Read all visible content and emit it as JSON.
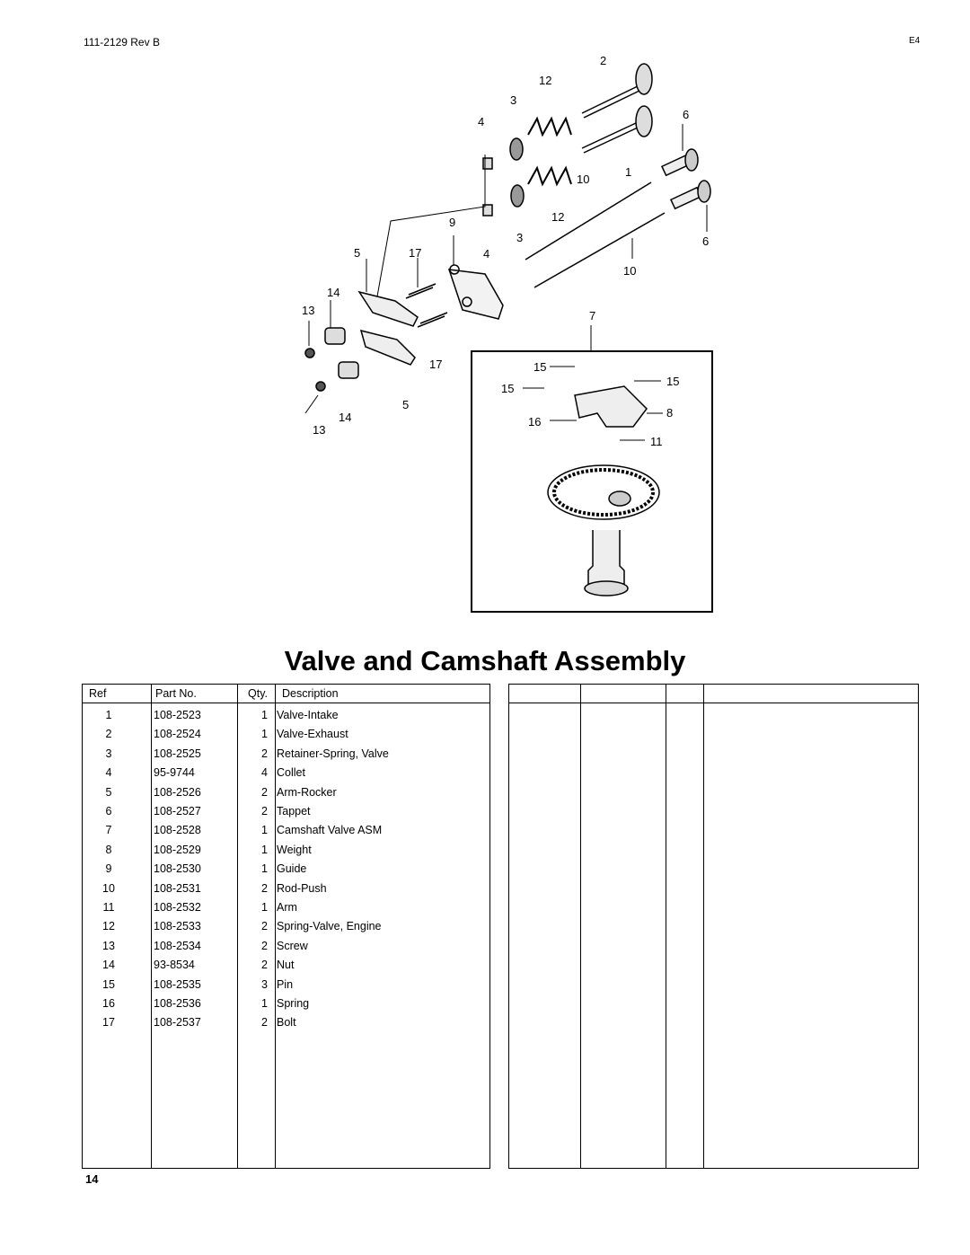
{
  "header": {
    "doc_number": "111-2129  Rev B",
    "code": "E4"
  },
  "diagram": {
    "callouts": [
      "2",
      "12",
      "3",
      "4",
      "6",
      "1",
      "10",
      "12",
      "9",
      "3",
      "6",
      "5",
      "17",
      "4",
      "10",
      "14",
      "13",
      "7",
      "17",
      "5",
      "14",
      "13",
      "15",
      "15",
      "15",
      "8",
      "16",
      "11"
    ]
  },
  "title": "Valve and Camshaft Assembly",
  "table": {
    "headers": {
      "ref": "Ref",
      "part": "Part No.",
      "qty": "Qty.",
      "desc": "Description"
    },
    "rows": [
      {
        "ref": "1",
        "part": "108-2523",
        "qty": "1",
        "desc": "Valve-Intake"
      },
      {
        "ref": "2",
        "part": "108-2524",
        "qty": "1",
        "desc": "Valve-Exhaust"
      },
      {
        "ref": "3",
        "part": "108-2525",
        "qty": "2",
        "desc": "Retainer-Spring, Valve"
      },
      {
        "ref": "4",
        "part": "95-9744",
        "qty": "4",
        "desc": "Collet"
      },
      {
        "ref": "5",
        "part": "108-2526",
        "qty": "2",
        "desc": "Arm-Rocker"
      },
      {
        "ref": "6",
        "part": "108-2527",
        "qty": "2",
        "desc": "Tappet"
      },
      {
        "ref": "7",
        "part": "108-2528",
        "qty": "1",
        "desc": "Camshaft Valve ASM"
      },
      {
        "ref": "8",
        "part": "108-2529",
        "qty": "1",
        "desc": "Weight"
      },
      {
        "ref": "9",
        "part": "108-2530",
        "qty": "1",
        "desc": "Guide"
      },
      {
        "ref": "10",
        "part": "108-2531",
        "qty": "2",
        "desc": "Rod-Push"
      },
      {
        "ref": "11",
        "part": "108-2532",
        "qty": "1",
        "desc": "Arm"
      },
      {
        "ref": "12",
        "part": "108-2533",
        "qty": "2",
        "desc": "Spring-Valve, Engine"
      },
      {
        "ref": "13",
        "part": "108-2534",
        "qty": "2",
        "desc": "Screw"
      },
      {
        "ref": "14",
        "part": "93-8534",
        "qty": "2",
        "desc": "Nut"
      },
      {
        "ref": "15",
        "part": "108-2535",
        "qty": "3",
        "desc": "Pin"
      },
      {
        "ref": "16",
        "part": "108-2536",
        "qty": "1",
        "desc": "Spring"
      },
      {
        "ref": "17",
        "part": "108-2537",
        "qty": "2",
        "desc": "Bolt"
      }
    ]
  },
  "page_number": "14"
}
